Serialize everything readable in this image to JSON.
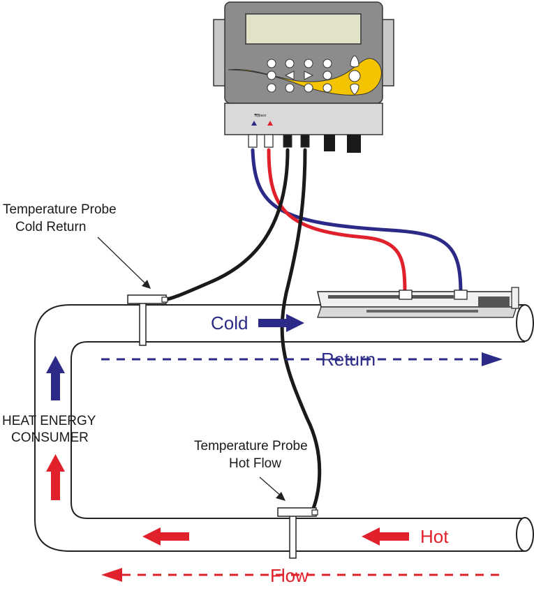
{
  "labels": {
    "probe_cold_line1": "Temperature Probe",
    "probe_cold_line2": "Cold Return",
    "probe_hot_line1": "Temperature Probe",
    "probe_hot_line2": "Hot Flow",
    "consumer_line1": "HEAT ENERGY",
    "consumer_line2": "CONSUMER",
    "cold": "Cold",
    "return": "Return",
    "hot": "Hot",
    "flow": "Flow",
    "panel_mark": "Bypass"
  },
  "colors": {
    "cold": "#2b2a86",
    "hot": "#e0202a",
    "meter_body": "#8c8c8c",
    "meter_screen": "#e2e2c8",
    "meter_swoosh": "#f4c400",
    "cable_black": "#1a1a1a"
  },
  "icons": {
    "cold_arrow": "arrow-right-icon",
    "hot_arrow": "arrow-left-icon",
    "up_arrow": "arrow-up-icon",
    "sensor_triangle_blue": "triangle-up-icon",
    "sensor_triangle_red": "triangle-up-icon"
  }
}
